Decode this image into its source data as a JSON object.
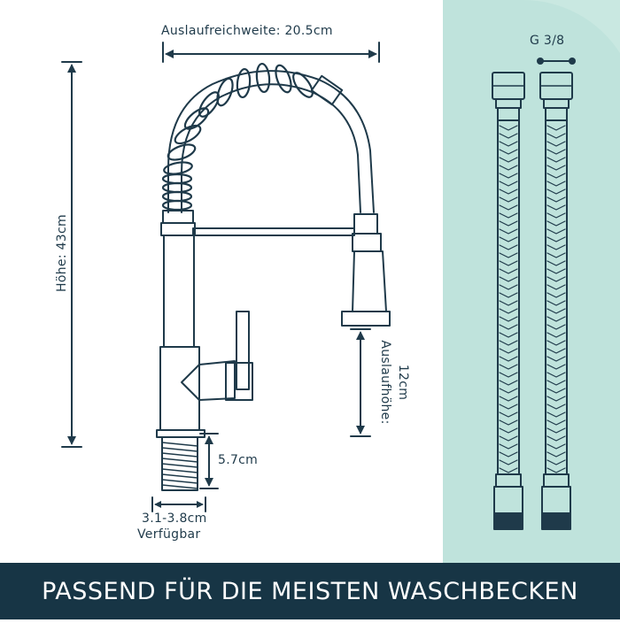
{
  "dimensions": {
    "spout_reach": "Auslaufreichweite: 20.5cm",
    "height": "Höhe: 43cm",
    "spout_height_line1": "Auslaufhöhe:",
    "spout_height_line2": "12cm",
    "thread_length": "5.7cm",
    "mount_range": "3.1-3.8cm",
    "mount_note": "Verfügbar",
    "hose_thread": "G 3/8"
  },
  "footer": {
    "title": "PASSEND FÜR DIE MEISTEN WASCHBECKEN"
  },
  "colors": {
    "ink": "#1f3a4a",
    "panel": "#bfe3dc",
    "footer": "#173545",
    "footer_text": "#ffffff"
  }
}
